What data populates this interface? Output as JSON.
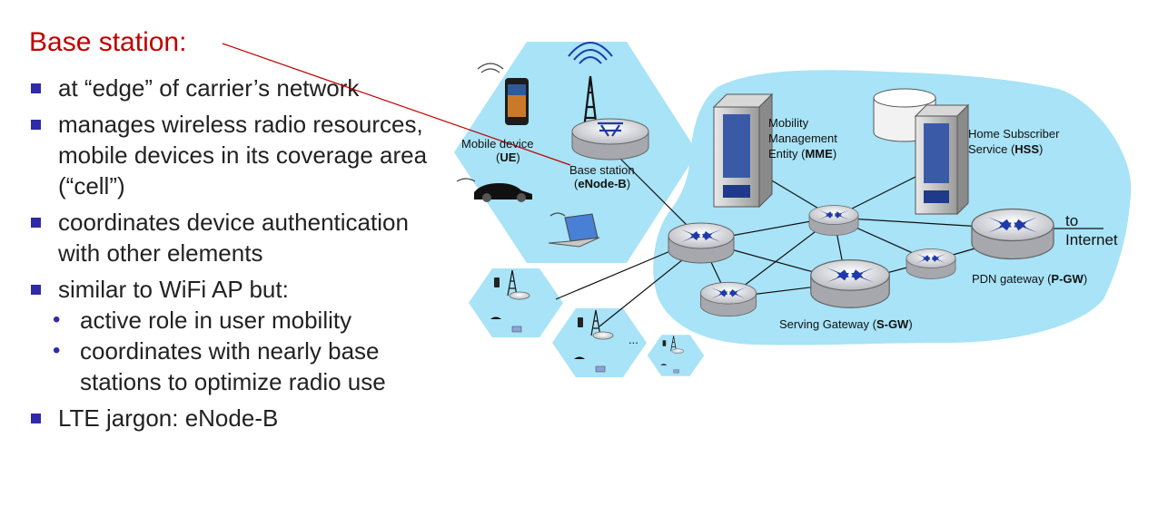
{
  "title": "Base station:",
  "bullets": [
    {
      "text": "at “edge” of carrier’s network"
    },
    {
      "text": "manages wireless radio resources, mobile devices in its coverage area (“cell”)"
    },
    {
      "text": "coordinates device authentication with other elements"
    },
    {
      "text": "similar to WiFi AP but:",
      "sub": [
        "active role in user mobility",
        "coordinates with nearly base stations to optimize radio use"
      ]
    },
    {
      "text": "LTE jargon: eNode-B"
    }
  ],
  "diagram": {
    "mobile_device": {
      "line1": "Mobile device",
      "open": "(",
      "abbr": "UE",
      "close": ")"
    },
    "base_station": {
      "line1": "Base station",
      "open": "(",
      "abbr": "eNode-B",
      "close": ")"
    },
    "mme": {
      "line1": "Mobility",
      "line2": "Management",
      "line3": "Entity (",
      "abbr": "MME",
      "close": ")"
    },
    "hss": {
      "line1": "Home Subscriber",
      "line2": "Service (",
      "abbr": "HSS",
      "close": ")"
    },
    "pgw": {
      "line1": "PDN gateway (",
      "abbr": "P-GW",
      "close": ")"
    },
    "sgw": {
      "line1": "Serving Gateway (",
      "abbr": "S-GW",
      "close": ")"
    },
    "to_internet": {
      "line1": "to",
      "line2": "Internet"
    },
    "ellipsis": "..."
  },
  "colors": {
    "title": "#c00000",
    "bullet_marker": "#2f2aa8",
    "cloud": "#a8e3f7",
    "pointer_line": "#c00000",
    "router_x": "#1f3aa8"
  }
}
